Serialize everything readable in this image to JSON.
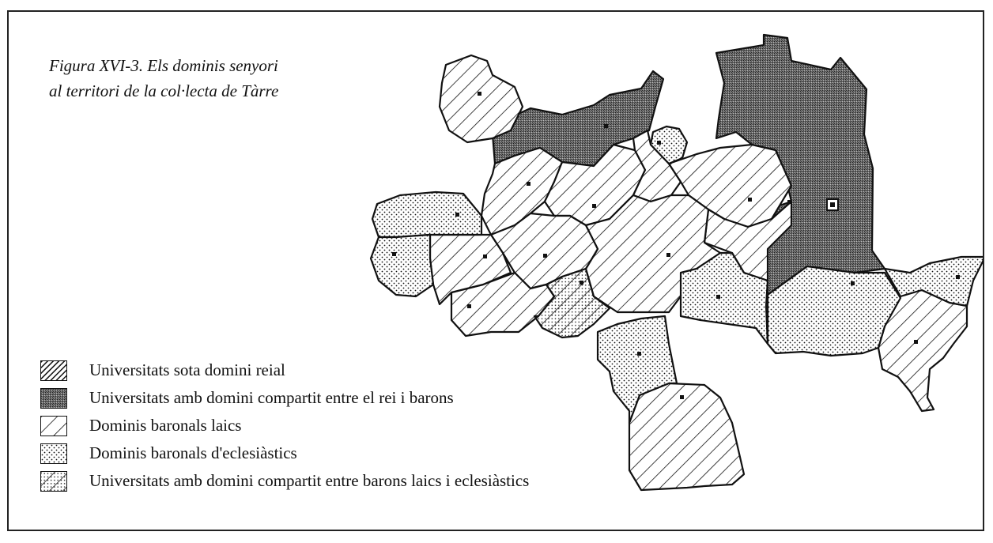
{
  "caption": {
    "line1": "Figura XVI-3. Els dominis senyori",
    "line2": "al territori de la col·lecta de Tàrre"
  },
  "legend": [
    {
      "label": "Universitats sota domini reial",
      "pattern": "dense-diagonal-hatch"
    },
    {
      "label": "Universitats amb domini compartit entre el rei i barons",
      "pattern": "dark-grey-stipple"
    },
    {
      "label": "Dominis baronals laics",
      "pattern": "diagonal-hatch"
    },
    {
      "label": "Dominis baronals d'eclesiàstics",
      "pattern": "dotted"
    },
    {
      "label": "Universitats amb domini compartit entre barons laics i eclesiàstics",
      "pattern": "hatch-and-dots"
    }
  ],
  "colors": {
    "ink": "#111111",
    "shared_royal": "#5a5a5a",
    "paper": "#ffffff"
  }
}
